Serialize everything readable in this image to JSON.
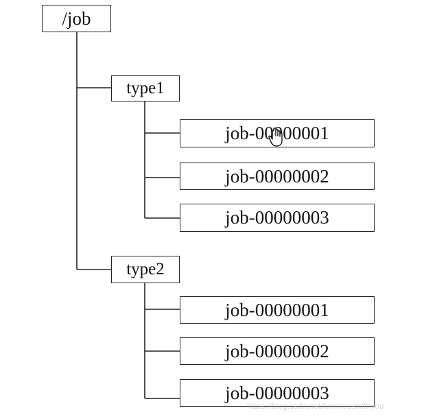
{
  "tree": {
    "root": {
      "label": "/job"
    },
    "branches": [
      {
        "label": "type1",
        "children": [
          "job-00000001",
          "job-00000002",
          "job-00000003"
        ]
      },
      {
        "label": "type2",
        "children": [
          "job-00000001",
          "job-00000002",
          "job-00000003"
        ]
      }
    ]
  },
  "watermark": "https://blog.csdn.net/luminouswithyou",
  "icons": {
    "cursor": "hand-pointer-icon"
  },
  "colors": {
    "line": "#222222",
    "box_border": "#222222",
    "text": "#111111"
  }
}
